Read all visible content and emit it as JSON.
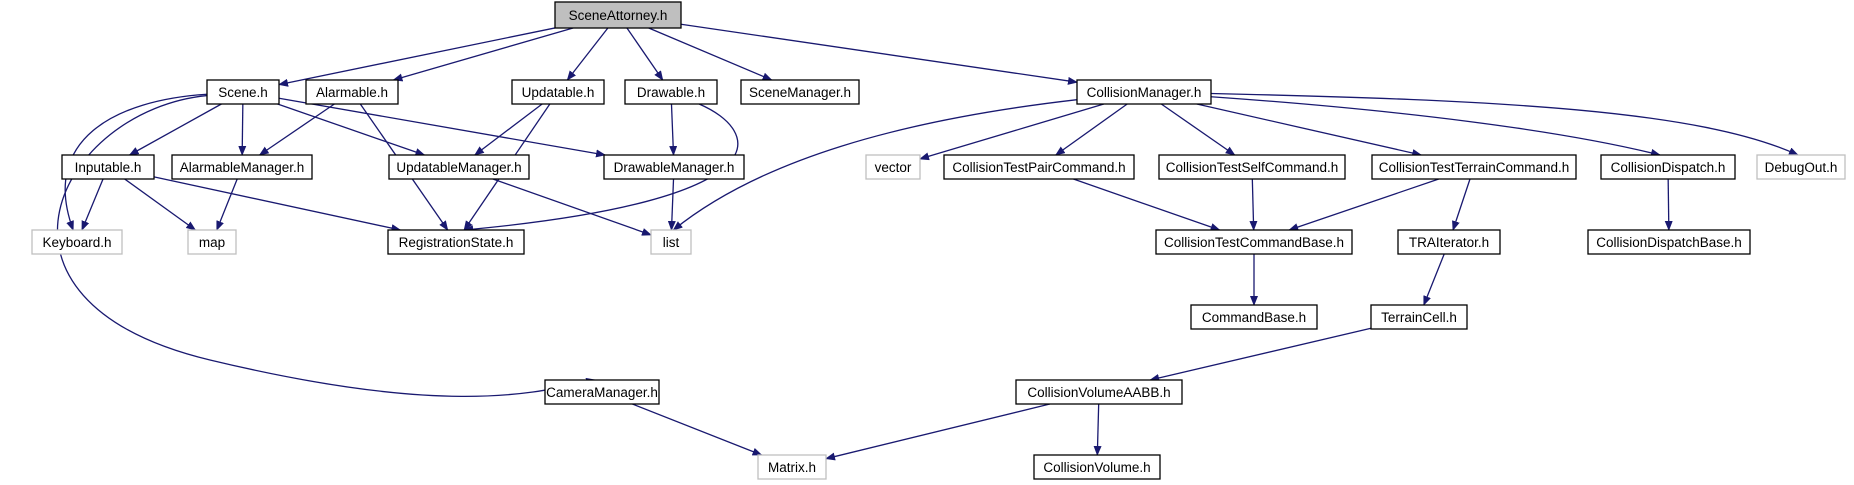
{
  "diagram": {
    "type": "include-dependency-graph",
    "colors": {
      "edge": "#191970",
      "node_border": "#000000",
      "external_border": "#bfbfbf",
      "root_fill": "#bfbfbf",
      "background": "#ffffff"
    },
    "nodes": [
      {
        "id": "SceneAttorney",
        "label": "SceneAttorney.h",
        "kind": "root"
      },
      {
        "id": "Scene",
        "label": "Scene.h",
        "kind": "file"
      },
      {
        "id": "Alarmable",
        "label": "Alarmable.h",
        "kind": "file"
      },
      {
        "id": "Updatable",
        "label": "Updatable.h",
        "kind": "file"
      },
      {
        "id": "Drawable",
        "label": "Drawable.h",
        "kind": "file"
      },
      {
        "id": "SceneManager",
        "label": "SceneManager.h",
        "kind": "file"
      },
      {
        "id": "CollisionManager",
        "label": "CollisionManager.h",
        "kind": "file"
      },
      {
        "id": "Inputable",
        "label": "Inputable.h",
        "kind": "file"
      },
      {
        "id": "AlarmableManager",
        "label": "AlarmableManager.h",
        "kind": "file"
      },
      {
        "id": "UpdatableManager",
        "label": "UpdatableManager.h",
        "kind": "file"
      },
      {
        "id": "DrawableManager",
        "label": "DrawableManager.h",
        "kind": "file"
      },
      {
        "id": "vector",
        "label": "vector",
        "kind": "external"
      },
      {
        "id": "CollisionTestPairCommand",
        "label": "CollisionTestPairCommand.h",
        "kind": "file"
      },
      {
        "id": "CollisionTestSelfCommand",
        "label": "CollisionTestSelfCommand.h",
        "kind": "file"
      },
      {
        "id": "CollisionTestTerrainCommand",
        "label": "CollisionTestTerrainCommand.h",
        "kind": "file"
      },
      {
        "id": "CollisionDispatch",
        "label": "CollisionDispatch.h",
        "kind": "file"
      },
      {
        "id": "DebugOut",
        "label": "DebugOut.h",
        "kind": "external"
      },
      {
        "id": "Keyboard",
        "label": "Keyboard.h",
        "kind": "external"
      },
      {
        "id": "map",
        "label": "map",
        "kind": "external"
      },
      {
        "id": "RegistrationState",
        "label": "RegistrationState.h",
        "kind": "file"
      },
      {
        "id": "list",
        "label": "list",
        "kind": "external"
      },
      {
        "id": "CollisionTestCommandBase",
        "label": "CollisionTestCommandBase.h",
        "kind": "file"
      },
      {
        "id": "TRAIterator",
        "label": "TRAIterator.h",
        "kind": "file"
      },
      {
        "id": "CollisionDispatchBase",
        "label": "CollisionDispatchBase.h",
        "kind": "file"
      },
      {
        "id": "CommandBase",
        "label": "CommandBase.h",
        "kind": "file"
      },
      {
        "id": "TerrainCell",
        "label": "TerrainCell.h",
        "kind": "file"
      },
      {
        "id": "CameraManager",
        "label": "CameraManager.h",
        "kind": "file"
      },
      {
        "id": "CollisionVolumeAABB",
        "label": "CollisionVolumeAABB.h",
        "kind": "file"
      },
      {
        "id": "Matrix",
        "label": "Matrix.h",
        "kind": "external"
      },
      {
        "id": "CollisionVolume",
        "label": "CollisionVolume.h",
        "kind": "file"
      }
    ],
    "edges": [
      {
        "from": "SceneAttorney",
        "to": "Scene"
      },
      {
        "from": "SceneAttorney",
        "to": "Alarmable"
      },
      {
        "from": "SceneAttorney",
        "to": "Updatable"
      },
      {
        "from": "SceneAttorney",
        "to": "Drawable"
      },
      {
        "from": "SceneAttorney",
        "to": "SceneManager"
      },
      {
        "from": "SceneAttorney",
        "to": "CollisionManager"
      },
      {
        "from": "Scene",
        "to": "Inputable"
      },
      {
        "from": "Scene",
        "to": "AlarmableManager"
      },
      {
        "from": "Scene",
        "to": "UpdatableManager"
      },
      {
        "from": "Scene",
        "to": "DrawableManager"
      },
      {
        "from": "Scene",
        "to": "Keyboard"
      },
      {
        "from": "Scene",
        "to": "CameraManager"
      },
      {
        "from": "Alarmable",
        "to": "AlarmableManager"
      },
      {
        "from": "Alarmable",
        "to": "RegistrationState"
      },
      {
        "from": "Updatable",
        "to": "UpdatableManager"
      },
      {
        "from": "Updatable",
        "to": "RegistrationState"
      },
      {
        "from": "Drawable",
        "to": "DrawableManager"
      },
      {
        "from": "Drawable",
        "to": "RegistrationState"
      },
      {
        "from": "Inputable",
        "to": "Keyboard"
      },
      {
        "from": "Inputable",
        "to": "map"
      },
      {
        "from": "Inputable",
        "to": "RegistrationState"
      },
      {
        "from": "AlarmableManager",
        "to": "map"
      },
      {
        "from": "UpdatableManager",
        "to": "list"
      },
      {
        "from": "DrawableManager",
        "to": "list"
      },
      {
        "from": "CollisionManager",
        "to": "list"
      },
      {
        "from": "CollisionManager",
        "to": "vector"
      },
      {
        "from": "CollisionManager",
        "to": "CollisionTestPairCommand"
      },
      {
        "from": "CollisionManager",
        "to": "CollisionTestSelfCommand"
      },
      {
        "from": "CollisionManager",
        "to": "CollisionTestTerrainCommand"
      },
      {
        "from": "CollisionManager",
        "to": "CollisionDispatch"
      },
      {
        "from": "CollisionManager",
        "to": "DebugOut"
      },
      {
        "from": "CollisionTestPairCommand",
        "to": "CollisionTestCommandBase"
      },
      {
        "from": "CollisionTestSelfCommand",
        "to": "CollisionTestCommandBase"
      },
      {
        "from": "CollisionTestTerrainCommand",
        "to": "CollisionTestCommandBase"
      },
      {
        "from": "CollisionTestTerrainCommand",
        "to": "TRAIterator"
      },
      {
        "from": "CollisionDispatch",
        "to": "CollisionDispatchBase"
      },
      {
        "from": "CollisionTestCommandBase",
        "to": "CommandBase"
      },
      {
        "from": "TRAIterator",
        "to": "TerrainCell"
      },
      {
        "from": "TerrainCell",
        "to": "CollisionVolumeAABB"
      },
      {
        "from": "CameraManager",
        "to": "Matrix"
      },
      {
        "from": "CollisionVolumeAABB",
        "to": "Matrix"
      },
      {
        "from": "CollisionVolumeAABB",
        "to": "CollisionVolume"
      }
    ]
  }
}
